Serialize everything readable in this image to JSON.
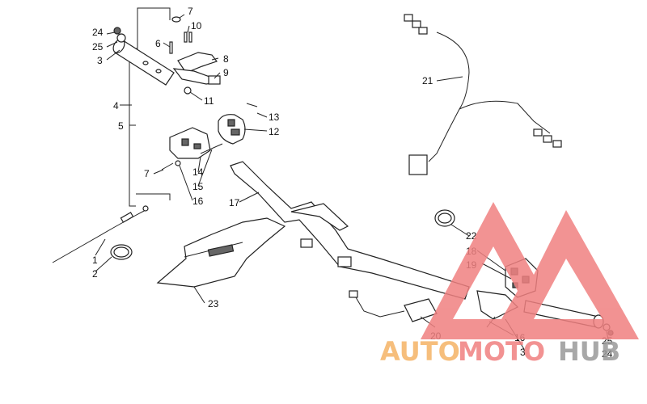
{
  "callouts": {
    "c1": "1",
    "c2": "2",
    "c3a": "3",
    "c3b": "3",
    "c4": "4",
    "c5": "5",
    "c6": "6",
    "c7a": "7",
    "c7b": "7",
    "c8": "8",
    "c9": "9",
    "c10": "10",
    "c11": "11",
    "c12": "12",
    "c13": "13",
    "c14": "14",
    "c15": "15",
    "c16a": "16",
    "c16b": "16",
    "c17": "17",
    "c18": "18",
    "c19": "19",
    "c20": "20",
    "c21": "21",
    "c22": "22",
    "c23": "23",
    "c24a": "24",
    "c24b": "24",
    "c25a": "25",
    "c25b": "25"
  },
  "watermark": {
    "part1": "AUTO",
    "part2": "MOTO",
    "part3": "HUB",
    "color_orange": "#f5b366",
    "color_red": "#f08080",
    "color_gray": "#9a9a9a"
  }
}
